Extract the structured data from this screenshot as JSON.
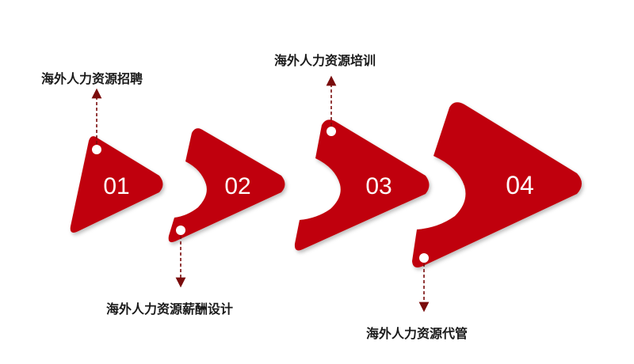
{
  "colors": {
    "shape": "#c0000b",
    "connector": "#7a0c0c",
    "text": "#1a1a1a"
  },
  "steps": [
    {
      "number": "01",
      "label": "海外人力资源招聘"
    },
    {
      "number": "02",
      "label": "海外人力资源薪酬设计"
    },
    {
      "number": "03",
      "label": "海外人力资源培训"
    },
    {
      "number": "04",
      "label": "海外人力资源代管"
    }
  ]
}
